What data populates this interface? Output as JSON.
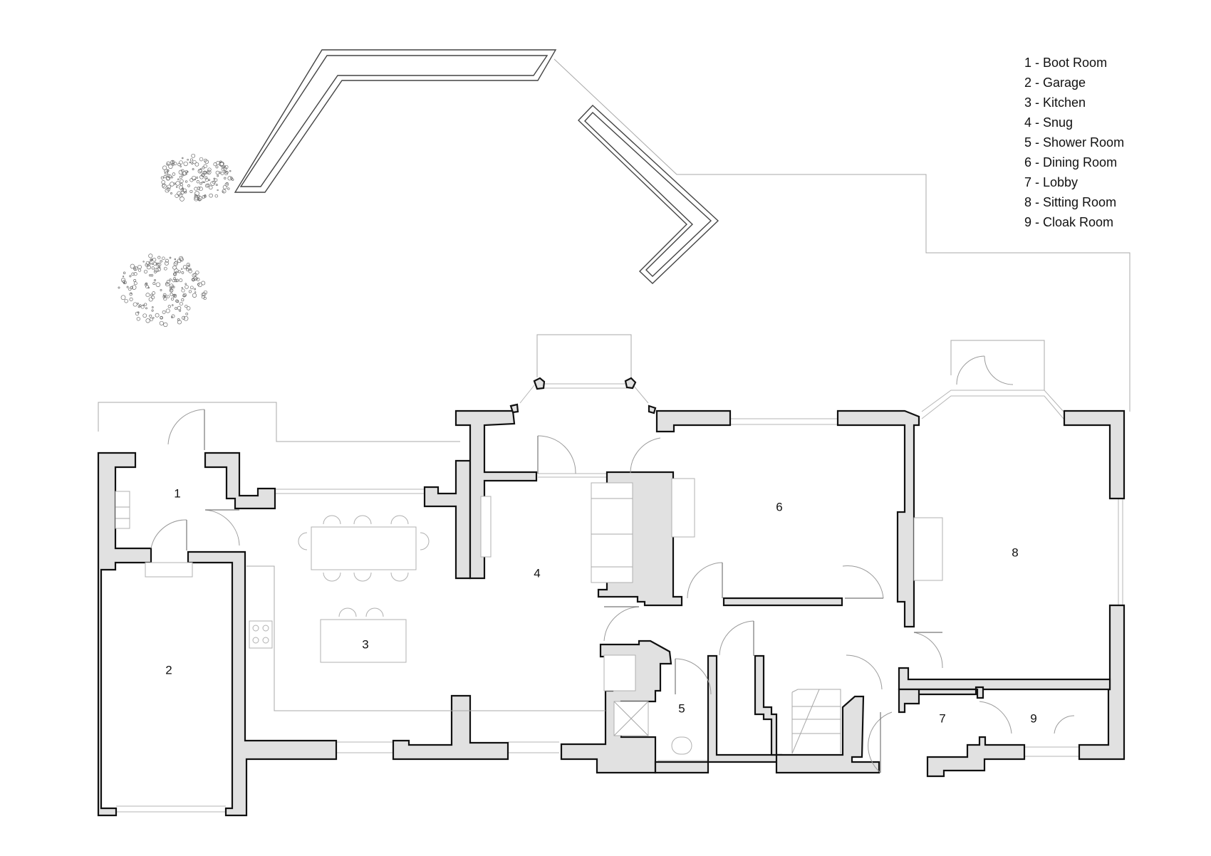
{
  "legend": [
    {
      "number": "1",
      "name": "Boot Room"
    },
    {
      "number": "2",
      "name": "Garage"
    },
    {
      "number": "3",
      "name": "Kitchen"
    },
    {
      "number": "4",
      "name": "Snug"
    },
    {
      "number": "5",
      "name": "Shower Room"
    },
    {
      "number": "6",
      "name": "Dining Room"
    },
    {
      "number": "7",
      "name": "Lobby"
    },
    {
      "number": "8",
      "name": "Sitting Room"
    },
    {
      "number": "9",
      "name": "Cloak Room"
    }
  ],
  "legend_separator": " - ",
  "room_labels": [
    "1",
    "2",
    "3",
    "4",
    "5",
    "6",
    "7",
    "8",
    "9"
  ],
  "colors": {
    "wall_fill": "#e1e1e1",
    "wall_outline": "#111111",
    "line": "#a8a8a8",
    "background": "#ffffff"
  }
}
